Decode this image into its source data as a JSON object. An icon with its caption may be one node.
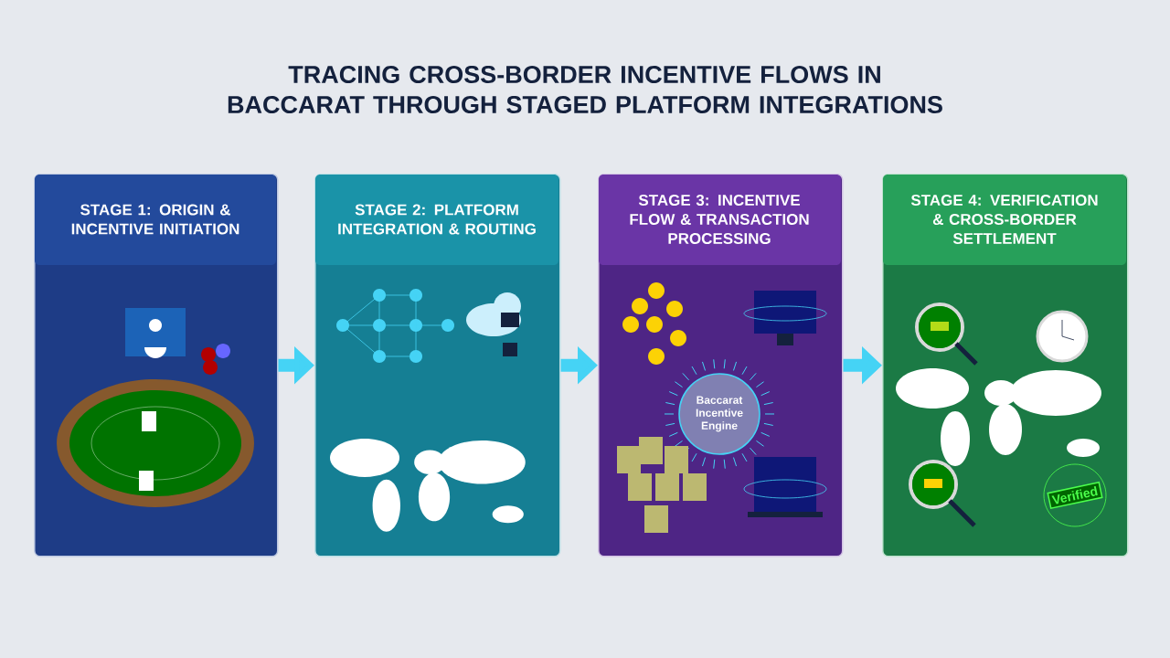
{
  "diagram": {
    "title": "TRACING CROSS-BORDER INCENTIVE FLOWS IN BACCARAT THROUGH STAGED PLATFORM INTEGRATIONS",
    "nodes": [
      {
        "text": [
          "STAGE 1: ORIGIN & INCENTIVE INITIATION"
        ]
      },
      {
        "text": [
          "STAGE 2: PLATFORM INTEGRATION & ROUTING"
        ]
      },
      {
        "text": [
          "STAGE 3: INCENTIVE FLOW & TRANSACTION PROCESSING"
        ]
      },
      {
        "text": [
          "STAGE 4: VERIFICATION & CROSS-BORDER SETTLEMENT"
        ]
      },
      {
        "text": [
          "Baccarat Incentive Engine"
        ],
        "in": 2
      }
    ],
    "edges": [
      {
        "from": 0,
        "to": 1,
        "arrow": "to"
      },
      {
        "from": 1,
        "to": 2,
        "arrow": "to"
      },
      {
        "from": 2,
        "to": 3,
        "arrow": "to"
      }
    ],
    "labels": [
      "Verified"
    ]
  }
}
